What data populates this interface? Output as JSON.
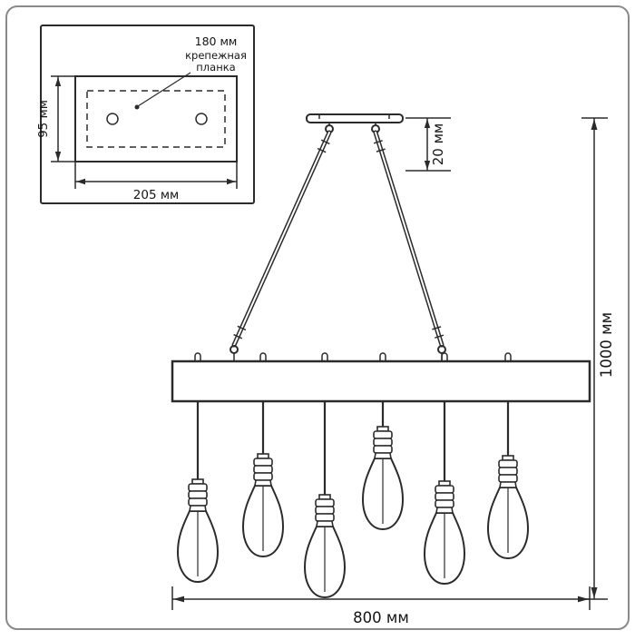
{
  "inset": {
    "hole_spacing_label": "180 мм",
    "plate_caption_line1": "крепежная",
    "plate_caption_line2": "планка",
    "plate_height_label": "95 мм",
    "plate_width_label": "205 мм"
  },
  "dimensions": {
    "canopy_drop_label": "20 мм",
    "overall_height_label": "1000 мм",
    "overall_width_label": "800 мм"
  },
  "fixture": {
    "bulb_count": 6
  },
  "colors": {
    "line": "#2b2b2b",
    "frame": "#8a8a8a",
    "background": "#ffffff"
  }
}
